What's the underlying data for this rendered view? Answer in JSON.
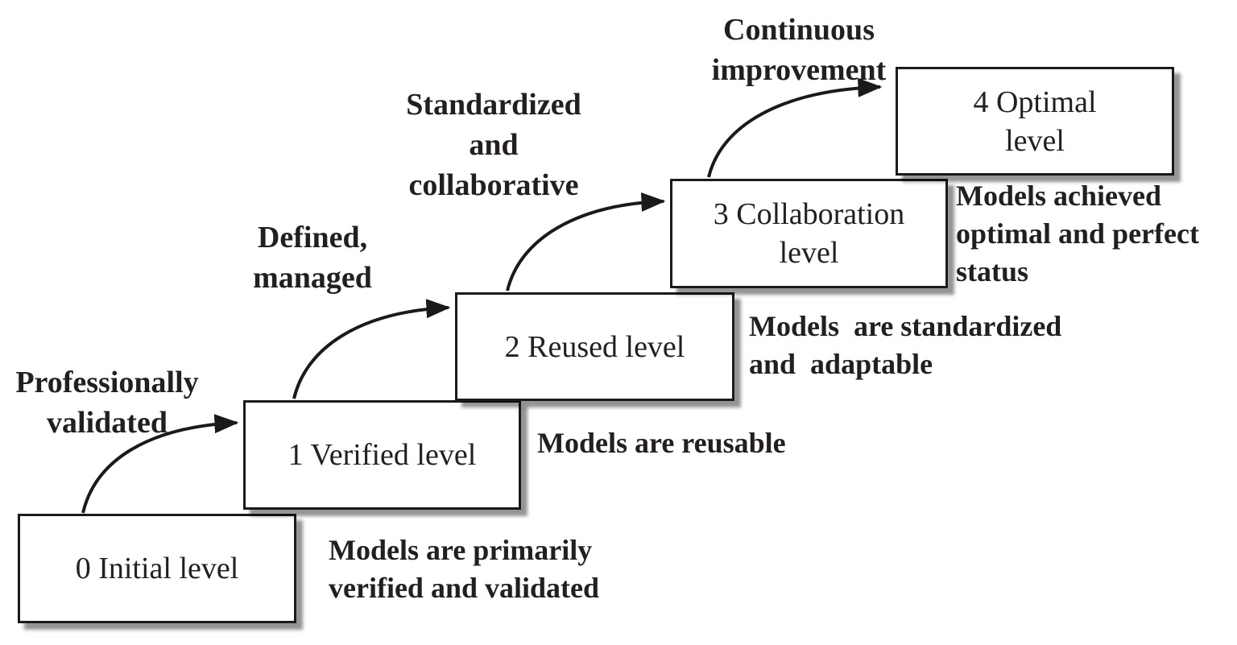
{
  "diagram": {
    "title": "Model maturity levels staircase diagram",
    "boxes": [
      {
        "level": 0,
        "label": "0 Initial level"
      },
      {
        "level": 1,
        "label": "1 Verified level"
      },
      {
        "level": 2,
        "label": "2 Reused level"
      },
      {
        "level": 3,
        "label": "3 Collaboration\nlevel"
      },
      {
        "level": 4,
        "label": "4 Optimal\nlevel"
      }
    ],
    "transitions": [
      {
        "from": 0,
        "to": 1,
        "label": "Professionally\nvalidated"
      },
      {
        "from": 1,
        "to": 2,
        "label": "Defined,\nmanaged"
      },
      {
        "from": 2,
        "to": 3,
        "label": "Standardized\nand\ncollaborative"
      },
      {
        "from": 3,
        "to": 4,
        "label": "Continuous\nimprovement"
      }
    ],
    "annotations": [
      {
        "for_level": 0,
        "text": "Models are primarily\nverified and validated"
      },
      {
        "for_level": 1,
        "text": "Models are reusable"
      },
      {
        "for_level": 2,
        "text": "Models  are standardized\nand  adaptable"
      },
      {
        "for_level": 4,
        "text": "Models achieved\noptimal and perfect\nstatus"
      }
    ],
    "colors": {
      "background": "#ffffff",
      "box_fill": "#ffffff",
      "box_border": "#1a1a1a",
      "text": "#231f20",
      "arrow": "#1a1a1a"
    }
  }
}
